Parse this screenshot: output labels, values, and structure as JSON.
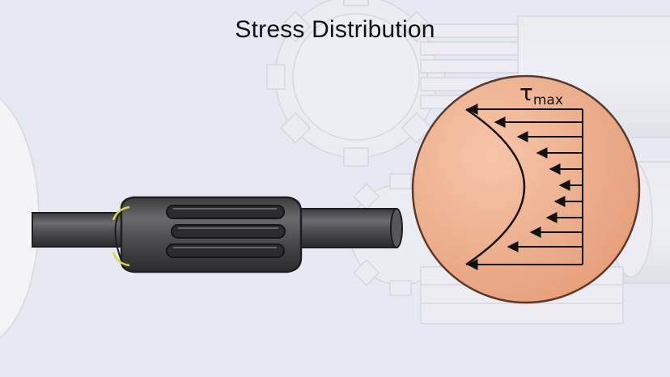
{
  "title": "Stress Distribution",
  "stress_symbol": "τ",
  "stress_subscript": "max",
  "colors": {
    "background": "#e6e8f2",
    "cross_section": "#edaf8c",
    "shaft": "#4a4a4c",
    "highlight": "#d6d83a"
  },
  "icons": [
    "gear-icon",
    "shaft-icon",
    "spline-coupling-icon"
  ]
}
